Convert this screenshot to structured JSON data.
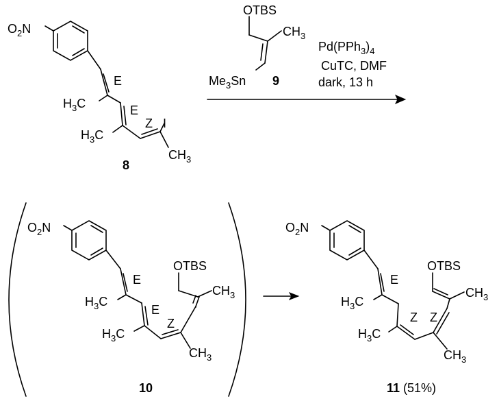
{
  "compound_8": {
    "number": "8",
    "no2": {
      "o": "O",
      "two": "2",
      "n": "N"
    },
    "i": "I",
    "ch3_a": {
      "h": "H",
      "three": "3",
      "c": "C"
    },
    "ch3_b": {
      "h": "H",
      "three": "3",
      "c": "C"
    },
    "ch3_c": {
      "c": "CH",
      "three": "3"
    },
    "stereo": [
      "E",
      "E",
      "Z"
    ]
  },
  "reagent_9": {
    "number": "9",
    "otbs": "OTBS",
    "ch3": {
      "c": "CH",
      "three": "3"
    },
    "sn": {
      "me": "Me",
      "three": "3",
      "sn": "Sn"
    }
  },
  "conditions": {
    "line1": {
      "pre": "Pd(PPh",
      "sub": "3",
      "post": ")",
      "sub2": "4"
    },
    "line2": "CuTC, DMF",
    "line3": "dark, 13 h"
  },
  "compound_10": {
    "number": "10",
    "no2": {
      "o": "O",
      "two": "2",
      "n": "N"
    },
    "otbs": "OTBS",
    "ch3_1": {
      "c": "CH",
      "three": "3"
    },
    "ch3_2": {
      "h": "H",
      "three": "3",
      "c": "C"
    },
    "ch3_3": {
      "h": "H",
      "three": "3",
      "c": "C"
    },
    "ch3_4": {
      "c": "CH",
      "three": "3"
    },
    "stereo": [
      "E",
      "E",
      "Z"
    ]
  },
  "compound_11": {
    "number": "11",
    "yield": "(51%)",
    "no2": {
      "o": "O",
      "two": "2",
      "n": "N"
    },
    "otbs": "OTBS",
    "ch3_1": {
      "c": "CH",
      "three": "3"
    },
    "ch3_2": {
      "h": "H",
      "three": "3",
      "c": "C"
    },
    "ch3_3": {
      "h": "H",
      "three": "3",
      "c": "C"
    },
    "ch3_4": {
      "c": "CH",
      "three": "3"
    },
    "stereo": [
      "E",
      "Z",
      "Z"
    ]
  }
}
